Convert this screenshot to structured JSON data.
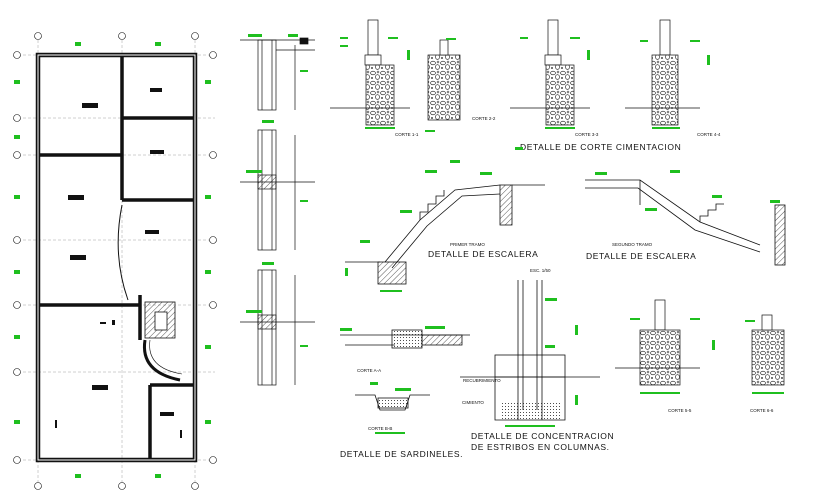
{
  "titles": {
    "corte_cimentacion": "DETALLE  DE  CORTE  CIMENTACION",
    "escalera_1": "DETALLE  DE  ESCALERA",
    "escalera_2": "DETALLE  DE  ESCALERA",
    "sardineles": "DETALLE  DE  SARDINELES.",
    "concentracion_1": "DETALLE  DE  CONCENTRACION",
    "concentracion_2": "DE  ESTRIBOS  EN  COLUMNAS."
  },
  "section_labels": {
    "corte_1_1": "CORTE 1-1",
    "corte_2_2": "CORTE 2-2",
    "corte_3_3": "CORTE 3-3",
    "corte_4_4": "CORTE 4-4",
    "corte_5_5": "CORTE 5-5",
    "corte_6_6": "CORTE 6-6",
    "corte_a_a": "CORTE A-A",
    "corte_b_b": "CORTE B-B"
  },
  "sub_labels": {
    "primer_tramo": "PRIMER TRAMO",
    "segundo_tramo": "SEGUNDO TRAMO",
    "esc_1_50": "ESC. 1/50",
    "recubrimiento": "RECUBRIMIENTO",
    "cimiento": "CIMIENTO"
  },
  "colors": {
    "line": "#111111",
    "accent": "#1fbf1f"
  }
}
